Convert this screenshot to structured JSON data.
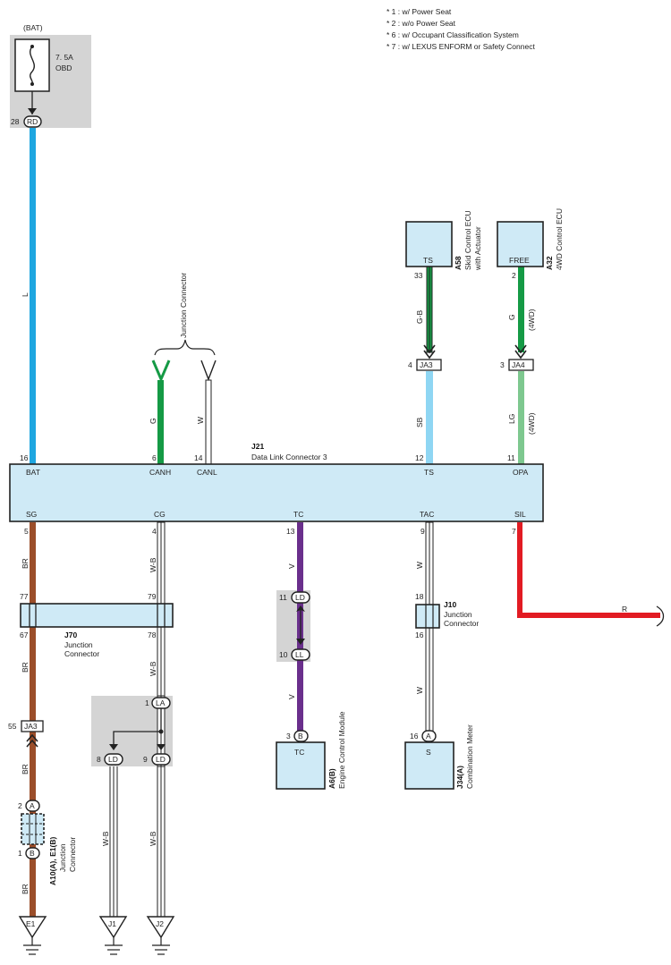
{
  "notes": [
    "* 1 : w/ Power Seat",
    "* 2 : w/o Power Seat",
    "* 6 : w/ Occupant Classification System",
    "* 7 : w/ LEXUS ENFORM or Safety Connect"
  ],
  "fuse": {
    "group": "(BAT)",
    "rating": "7. 5A",
    "name": "OBD"
  },
  "colors": {
    "L": "#1ea6e0",
    "G": "#159a45",
    "SB": "#8fd6f3",
    "LG": "#7ec88f",
    "BR": "#9b4e2a",
    "V": "#6a2f8c",
    "R": "#e21b23",
    "W": "#ffffff",
    "connector": "#cfeaf6",
    "shade": "#d4d4d4"
  },
  "dlc": {
    "id": "J21",
    "name": "Data Link Connector 3",
    "top_pins": [
      {
        "num": "16",
        "name": "BAT"
      },
      {
        "num": "6",
        "name": "CANH"
      },
      {
        "num": "14",
        "name": "CANL"
      },
      {
        "num": "12",
        "name": "TS"
      },
      {
        "num": "11",
        "name": "OPA"
      }
    ],
    "bottom_pins": [
      {
        "num": "5",
        "name": "SG"
      },
      {
        "num": "4",
        "name": "CG"
      },
      {
        "num": "13",
        "name": "TC"
      },
      {
        "num": "9",
        "name": "TAC"
      },
      {
        "num": "7",
        "name": "SIL"
      }
    ]
  },
  "junction_label": "Junction Connector",
  "skid": {
    "id": "A58",
    "name1": "Skid Control ECU",
    "name2": "with Actuator",
    "terminal": "TS",
    "pin": "33",
    "wire": "G-B",
    "conn": "JA3",
    "conn_pin": "4"
  },
  "fwd": {
    "id": "A32",
    "name": "4WD Control ECU",
    "terminal": "FREE",
    "pin": "2",
    "wire": "G",
    "opt": "(4WD)",
    "conn": "JA4",
    "conn_pin": "3"
  },
  "wires": {
    "bat": "L",
    "canh": "G",
    "canl": "W",
    "ts": "SB",
    "opa": "LG",
    "opa_opt": "(4WD)",
    "sg_a": "BR",
    "sg_b": "BR",
    "sg_c": "BR",
    "sg_d": "BR",
    "cg_a": "W-B",
    "cg_b": "W-B",
    "cg_c": "W-B",
    "cg_d": "W-B",
    "tc_a": "V",
    "tc_b": "V",
    "tac_a": "W",
    "tac_b": "W",
    "sil": "R"
  },
  "pins": {
    "bat_fuse": "28",
    "bat_fuse_conn": "RD",
    "j70_in_sg": "77",
    "j70_in_cg": "79",
    "j70_out_sg": "67",
    "j70_out_cg": "78",
    "ja3": "JA3",
    "ja3_pin": "55",
    "j_a10_a": "2",
    "j_a10_b": "1",
    "conn_A": "A",
    "conn_B": "B",
    "la_pin": "1",
    "la": "LA",
    "ld_left_pin": "8",
    "ld_right_pin": "9",
    "ld": "LD",
    "tc_ld_pin": "11",
    "tc_ld": "LD",
    "tc_ll_pin": "10",
    "tc_ll": "LL",
    "tac_in": "18",
    "tac_out": "16",
    "ecm_pin": "3",
    "ecm_conn": "B",
    "meter_pin": "16",
    "meter_conn": "A"
  },
  "j70": {
    "id": "J70",
    "name1": "Junction",
    "name2": "Connector"
  },
  "j10": {
    "id": "J10",
    "name1": "Junction",
    "name2": "Connector"
  },
  "a10": {
    "id": "A10(A), E1(B)",
    "name1": "Junction",
    "name2": "Connector"
  },
  "ecm": {
    "id": "A6(B)",
    "name": "Engine Control Module",
    "terminal": "TC"
  },
  "meter": {
    "id": "J34(A)",
    "name": "Combination Meter",
    "terminal": "S"
  },
  "grounds": [
    "E1",
    "J1",
    "J2"
  ]
}
